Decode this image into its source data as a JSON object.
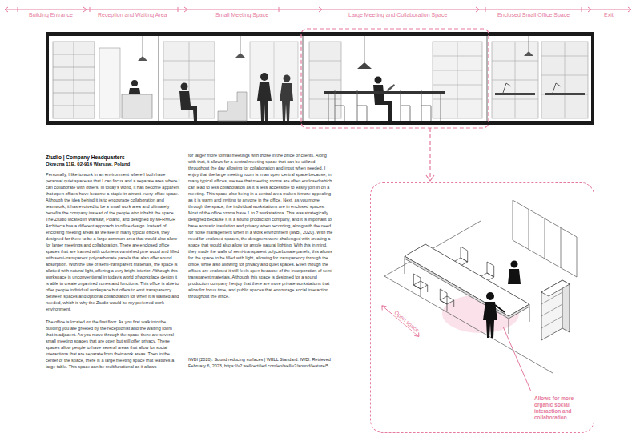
{
  "diagram": {
    "title": "Ztudio | Company Headquarters",
    "nodes": [
      {
        "text": [
          "Open space",
          "Allows for more organic social interaction and collaboration"
        ]
      }
    ],
    "labels": [
      "Building Entrance",
      "Reception and Waiting Area",
      "Small Meeting Space",
      "Large Meeting and Collaboration Space",
      "Enclosed Small Office Space",
      "Exit",
      "Okrezna 11B, 02-916 Warsaw, Poland",
      "Personally, I like to work in an environment where I both have personal quiet space so that I can focus and a separate area where I can collaborate with others. In today's world, it has become apparent that open offices have become a staple in almost every office space. Although the idea behind it is to encourage collaboration and teamwork, it has evolved to be a small work area and ultimately benefits the company instead of the people who inhabit the space. The Ztudio located in Warsaw, Poland, and designed by MFRMGR Architects has a different approach to office design. Instead of enclosing meeting areas as we see in many typical offices, they designed for there to be a large common area that would also allow for larger meetings and collaboration. There are enclosed office spaces that are framed with colorless varnished pine wood and filled with semi-transparent polycarbonate panels that also offer sound absorption. With the use of semi-transparent materials, the space is allotted with natural light, offering a very bright interior. Although this workspace is unconventional in today's world of workplace design it is able to create organized zones and functions. This office is able to offer people individual workspace but offers to emit transparency between spaces and optional collaboration for when it is wanted and needed, which is why the Ztudio would be my preferred work environment.",
      "The office is located on the first floor. As you first walk into the building you are greeted by the receptionist and the waiting room that is adjacent. As you move through the space there are several small meeting spaces that are open but still offer privacy. These spaces allow people to have several areas that allow for social interactions that are separate from their work areas. Then in the center of the space, there is a large meeting space that features a large table. This space can be multifunctional as it allows",
      "for larger more formal meetings with those in the office or clients. Along with that, it allows for a central meeting space that can be utilized throughout the day allowing for collaboration and input when needed. I enjoy that the large meeting room is in an open central space because, in many typical offices, we see that meeting rooms are often enclosed which can lead to less collaboration as it is less accessible to easily join in on a meeting. This space also being in a central area makes it more appealing as it is warm and inviting to anyone in the office. Next, as you move through the space, the individual workstations are in enclosed spaces. Most of the office rooms have 1 to 2 workstations. This was strategically designed because it is a sound production company, and it is important to have acoustic insulation and privacy when recording, along with the need for noise management when in a work environment (IWBI, 2020). With the need for enclosed spaces, the designers were challenged with creating a space that would also allow for ample natural lighting. With this in mind, they made the walls of semi-transparent polycarbonate panels, this allows for the space to be filled with light, allowing for transparency through the office, while also allowing for privacy and quiet spaces. Even though the offices are enclosed it still feels open because of the incorporation of semi-transparent materials. Although this space is designed for a sound production company I enjoy that there are more private workstations that allow for focus time, and public spaces that encourage social interaction throughout the office.",
      "IWBI (2020). Sound reducing surfaces | WELL Standard. IWBI. Retrieved February 6, 2023, https://v2.wellcertified.com/en/well/v2/sound/feature/5"
    ]
  }
}
